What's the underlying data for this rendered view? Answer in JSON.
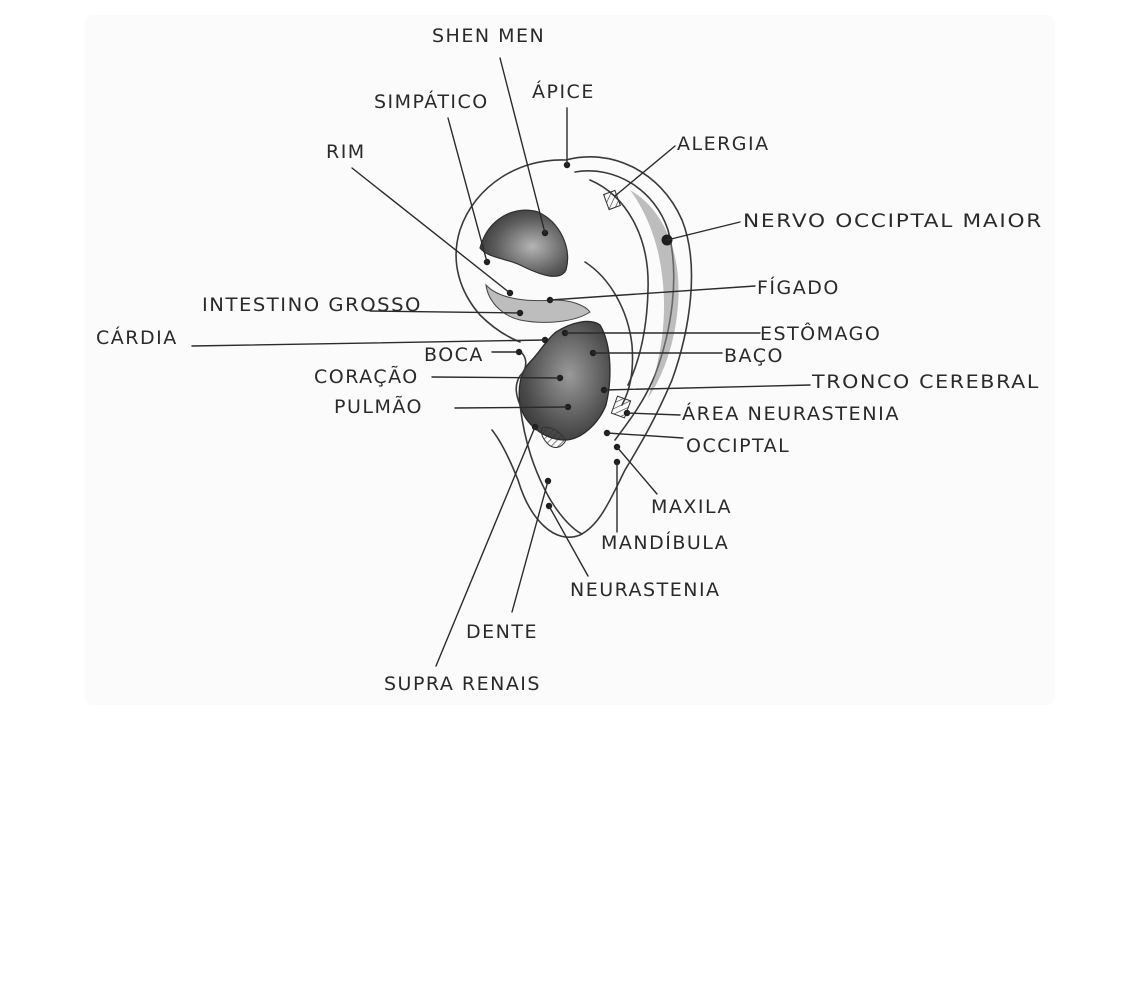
{
  "diagram": {
    "labels": {
      "shen_men": "SHEN MEN",
      "simpatico": "SIMPÁTICO",
      "apice": "ÁPICE",
      "rim": "RIM",
      "alergia": "ALERGIA",
      "nervo_occiptal_maior": "NERVO OCCIPTAL MAIOR",
      "intestino_grosso": "INTESTINO GROSSO",
      "figado": "FÍGADO",
      "cardia": "CÁRDIA",
      "estomago": "ESTÔMAGO",
      "boca": "BOCA",
      "baco": "BAÇO",
      "coracao": "CORAÇÃO",
      "tronco_cerebral": "TRONCO CEREBRAL",
      "pulmao": "PULMÃO",
      "area_neurastenia": "ÁREA NEURASTENIA",
      "occiptal": "OCCIPTAL",
      "maxila": "MAXILA",
      "mandibula": "MANDÍBULA",
      "neurastenia": "NEURASTENIA",
      "dente": "DENTE",
      "supra_renais": "SUPRA RENAIS"
    },
    "colors": {
      "ink": "#2a2a2a",
      "shading_dark": "#5a5a5a",
      "shading_light": "#d6d6d6"
    }
  }
}
